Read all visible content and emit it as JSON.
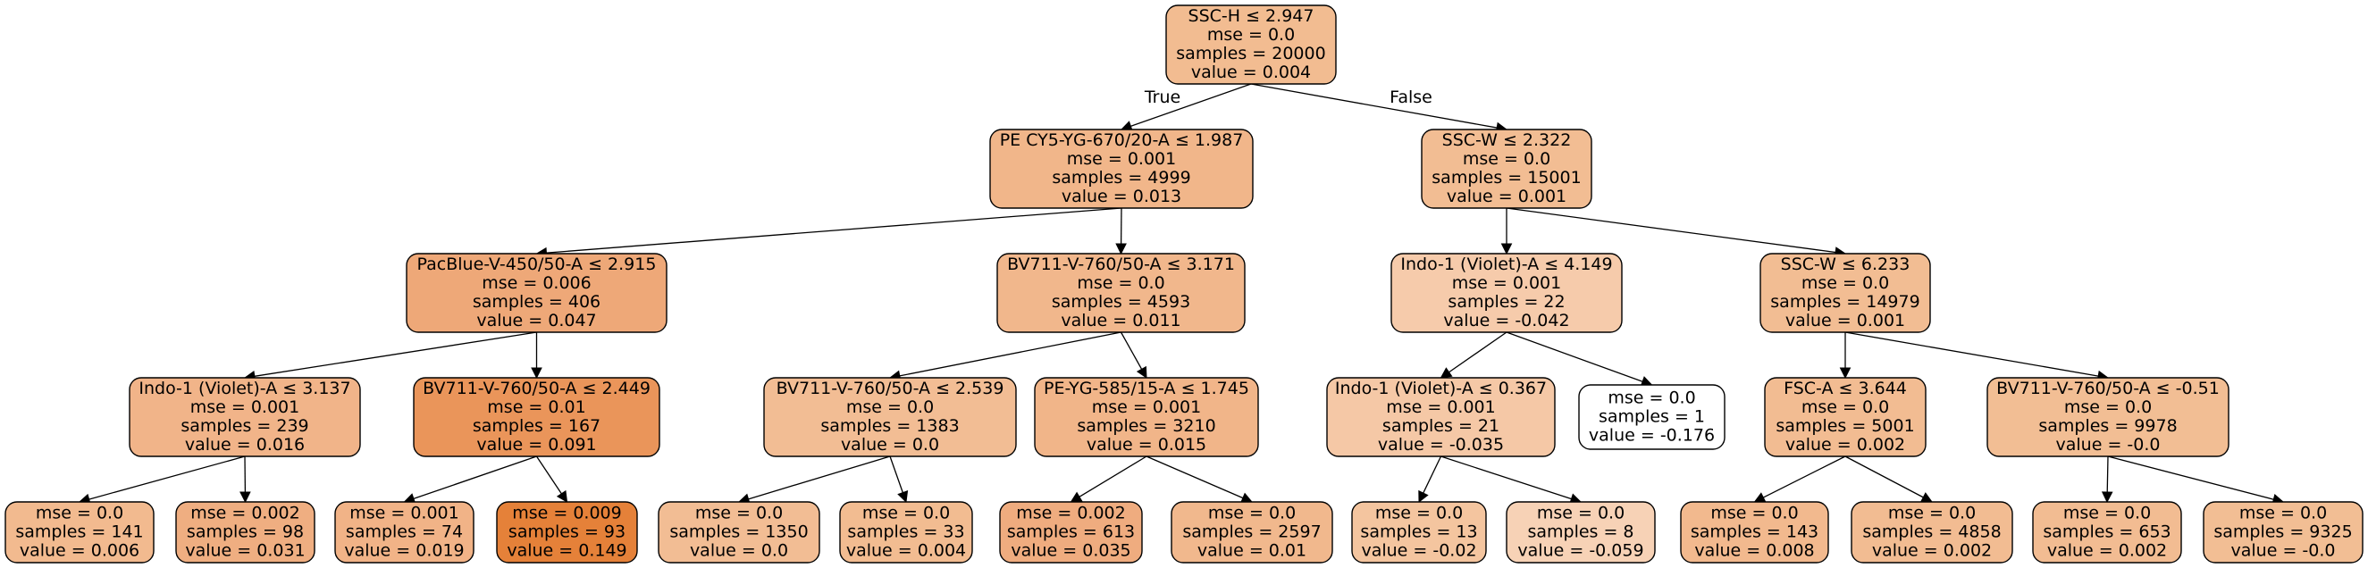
{
  "tree": {
    "nodes": [
      {
        "id": "n0",
        "lines": [
          "SSC-H ≤ 2.947",
          "mse = 0.0",
          "samples = 20000",
          "value = 0.004"
        ],
        "fill": "#f2bc91"
      },
      {
        "id": "n1",
        "lines": [
          "PE CY5-YG-670/20-A ≤ 1.987",
          "mse = 0.001",
          "samples = 4999",
          "value = 0.013"
        ],
        "fill": "#f1b68a"
      },
      {
        "id": "n2",
        "lines": [
          "SSC-W ≤ 2.322",
          "mse = 0.0",
          "samples = 15001",
          "value = 0.001"
        ],
        "fill": "#f2bd93"
      },
      {
        "id": "n3",
        "lines": [
          "PacBlue-V-450/50-A ≤ 2.915",
          "mse = 0.006",
          "samples = 406",
          "value = 0.047"
        ],
        "fill": "#eea878"
      },
      {
        "id": "n4",
        "lines": [
          "BV711-V-760/50-A ≤ 3.171",
          "mse = 0.0",
          "samples = 4593",
          "value = 0.011"
        ],
        "fill": "#f1b78c"
      },
      {
        "id": "n5",
        "lines": [
          "Indo-1 (Violet)-A ≤ 4.149",
          "mse = 0.001",
          "samples = 22",
          "value = -0.042"
        ],
        "fill": "#f6cbab"
      },
      {
        "id": "n6",
        "lines": [
          "SSC-W ≤ 6.233",
          "mse = 0.0",
          "samples = 14979",
          "value = 0.001"
        ],
        "fill": "#f2bd93"
      },
      {
        "id": "n7",
        "lines": [
          "Indo-1 (Violet)-A ≤ 3.137",
          "mse = 0.001",
          "samples = 239",
          "value = 0.016"
        ],
        "fill": "#f1b489"
      },
      {
        "id": "n8",
        "lines": [
          "BV711-V-760/50-A ≤ 2.449",
          "mse = 0.01",
          "samples = 167",
          "value = 0.091"
        ],
        "fill": "#ea955a"
      },
      {
        "id": "n9",
        "lines": [
          "BV711-V-760/50-A ≤ 2.539",
          "mse = 0.0",
          "samples = 1383",
          "value = 0.0"
        ],
        "fill": "#f2bd94"
      },
      {
        "id": "n10",
        "lines": [
          "PE-YG-585/15-A ≤ 1.745",
          "mse = 0.001",
          "samples = 3210",
          "value = 0.015"
        ],
        "fill": "#f1b589"
      },
      {
        "id": "n11",
        "lines": [
          "Indo-1 (Violet)-A ≤ 0.367",
          "mse = 0.001",
          "samples = 21",
          "value = -0.035"
        ],
        "fill": "#f5c8a6"
      },
      {
        "id": "n12",
        "lines": [
          "mse = 0.0",
          "samples = 1",
          "value = -0.176"
        ],
        "fill": "#ffffff"
      },
      {
        "id": "n13",
        "lines": [
          "FSC-A ≤ 3.644",
          "mse = 0.0",
          "samples = 5001",
          "value = 0.002"
        ],
        "fill": "#f2bc92"
      },
      {
        "id": "n14",
        "lines": [
          "BV711-V-760/50-A ≤ -0.51",
          "mse = 0.0",
          "samples = 9978",
          "value = -0.0"
        ],
        "fill": "#f2be94"
      },
      {
        "id": "n15",
        "lines": [
          "mse = 0.0",
          "samples = 141",
          "value = 0.006"
        ],
        "fill": "#f2ba8f"
      },
      {
        "id": "n16",
        "lines": [
          "mse = 0.002",
          "samples = 98",
          "value = 0.031"
        ],
        "fill": "#efae81"
      },
      {
        "id": "n17",
        "lines": [
          "mse = 0.001",
          "samples = 74",
          "value = 0.019"
        ],
        "fill": "#f1b387"
      },
      {
        "id": "n18",
        "lines": [
          "mse = 0.009",
          "samples = 93",
          "value = 0.149"
        ],
        "fill": "#e58139"
      },
      {
        "id": "n19",
        "lines": [
          "mse = 0.0",
          "samples = 1350",
          "value = 0.0"
        ],
        "fill": "#f2bd94"
      },
      {
        "id": "n20",
        "lines": [
          "mse = 0.0",
          "samples = 33",
          "value = 0.004"
        ],
        "fill": "#f2bc91"
      },
      {
        "id": "n21",
        "lines": [
          "mse = 0.002",
          "samples = 613",
          "value = 0.035"
        ],
        "fill": "#efac7f"
      },
      {
        "id": "n22",
        "lines": [
          "mse = 0.0",
          "samples = 2597",
          "value = 0.01"
        ],
        "fill": "#f1b88d"
      },
      {
        "id": "n23",
        "lines": [
          "mse = 0.0",
          "samples = 13",
          "value = -0.02"
        ],
        "fill": "#f4c59f"
      },
      {
        "id": "n24",
        "lines": [
          "mse = 0.0",
          "samples = 8",
          "value = -0.059"
        ],
        "fill": "#f7d2b6"
      },
      {
        "id": "n25",
        "lines": [
          "mse = 0.0",
          "samples = 143",
          "value = 0.008"
        ],
        "fill": "#f2b98e"
      },
      {
        "id": "n26",
        "lines": [
          "mse = 0.0",
          "samples = 4858",
          "value = 0.002"
        ],
        "fill": "#f2bc92"
      },
      {
        "id": "n27",
        "lines": [
          "mse = 0.0",
          "samples = 653",
          "value = 0.002"
        ],
        "fill": "#f2bc92"
      },
      {
        "id": "n28",
        "lines": [
          "mse = 0.0",
          "samples = 9325",
          "value = -0.0"
        ],
        "fill": "#f2be94"
      }
    ],
    "edges": [
      {
        "from": "n0",
        "to": "n1",
        "label": "True"
      },
      {
        "from": "n0",
        "to": "n2",
        "label": "False"
      },
      {
        "from": "n1",
        "to": "n3"
      },
      {
        "from": "n1",
        "to": "n4"
      },
      {
        "from": "n2",
        "to": "n5"
      },
      {
        "from": "n2",
        "to": "n6"
      },
      {
        "from": "n3",
        "to": "n7"
      },
      {
        "from": "n3",
        "to": "n8"
      },
      {
        "from": "n4",
        "to": "n9"
      },
      {
        "from": "n4",
        "to": "n10"
      },
      {
        "from": "n5",
        "to": "n11"
      },
      {
        "from": "n5",
        "to": "n12"
      },
      {
        "from": "n6",
        "to": "n13"
      },
      {
        "from": "n6",
        "to": "n14"
      },
      {
        "from": "n7",
        "to": "n15"
      },
      {
        "from": "n7",
        "to": "n16"
      },
      {
        "from": "n8",
        "to": "n17"
      },
      {
        "from": "n8",
        "to": "n18"
      },
      {
        "from": "n9",
        "to": "n19"
      },
      {
        "from": "n9",
        "to": "n20"
      },
      {
        "from": "n10",
        "to": "n21"
      },
      {
        "from": "n10",
        "to": "n22"
      },
      {
        "from": "n11",
        "to": "n23"
      },
      {
        "from": "n11",
        "to": "n24"
      },
      {
        "from": "n13",
        "to": "n25"
      },
      {
        "from": "n13",
        "to": "n26"
      },
      {
        "from": "n14",
        "to": "n27"
      },
      {
        "from": "n14",
        "to": "n28"
      }
    ]
  }
}
